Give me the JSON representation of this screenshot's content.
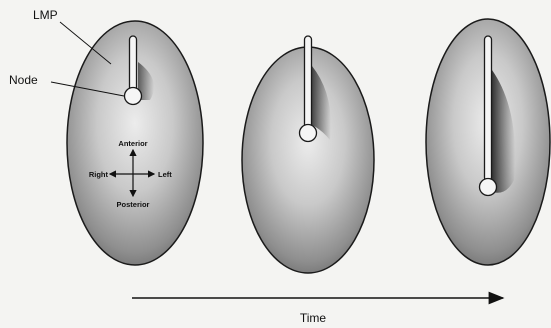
{
  "labels": {
    "lmp": "LMP",
    "node": "Node",
    "time": "Time"
  },
  "axes": {
    "anterior": "Anterior",
    "posterior": "Posterior",
    "right": "Right",
    "left": "Left"
  },
  "stages": [
    {
      "stage": 1,
      "streak_extent": "short"
    },
    {
      "stage": 2,
      "streak_extent": "medium"
    },
    {
      "stage": 3,
      "streak_extent": "long"
    }
  ],
  "colors": {
    "background": "#f4f4f2",
    "embryo_fill": "#bdbdbd",
    "outline": "#1a1a1a"
  }
}
